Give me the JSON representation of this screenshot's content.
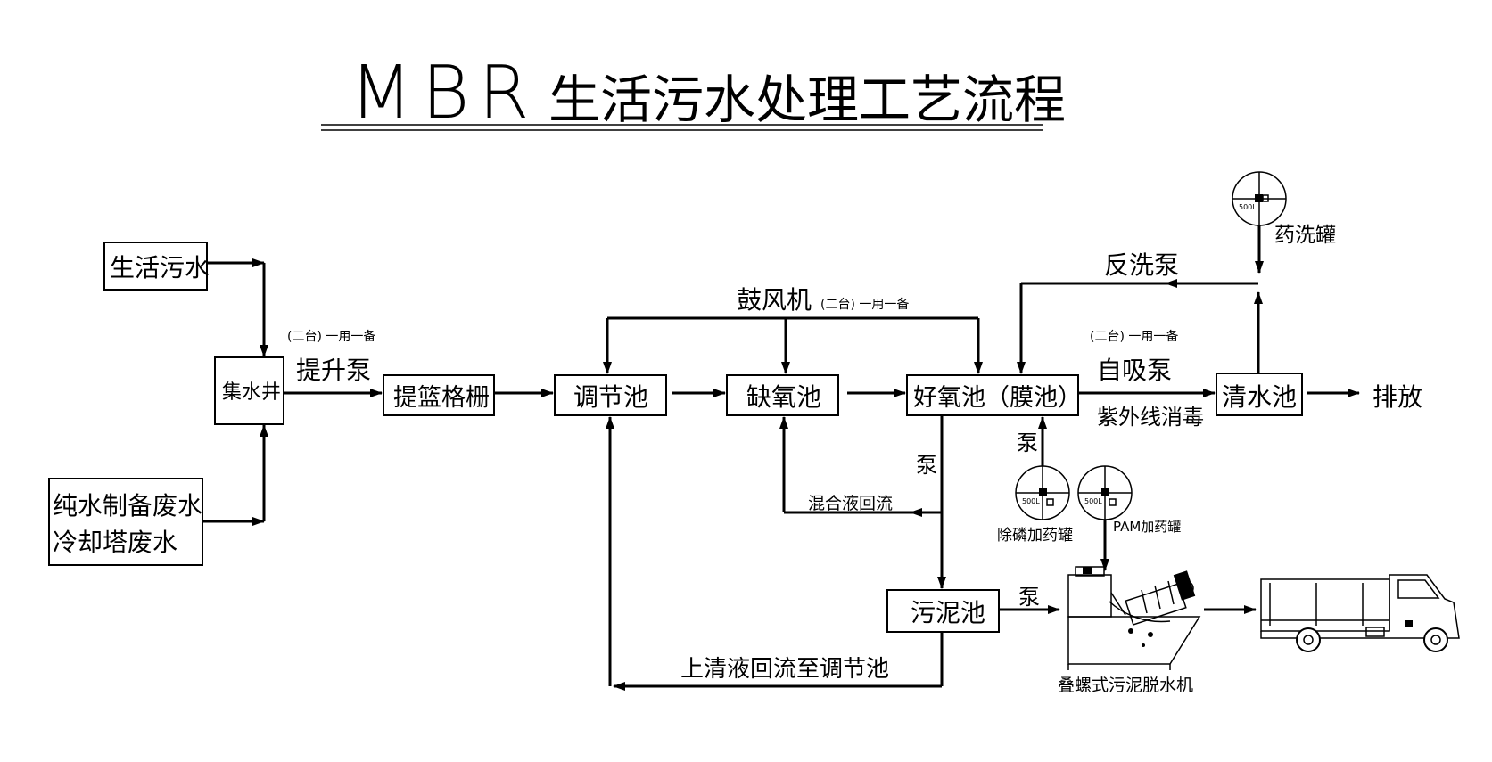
{
  "title": {
    "latin": "MBR",
    "cjk": "生活污水处理工艺流程"
  },
  "sources": {
    "domestic": "生活污水",
    "pure_water_line1": "纯水制备废水",
    "pure_water_line2": "冷却塔废水"
  },
  "nodes": {
    "collection_well": "集水井",
    "basket_screen": "提篮格栅",
    "equalization_tank": "调节池",
    "anoxic_tank": "缺氧池",
    "aerobic_tank": "好氧池（膜池）",
    "clear_water_tank": "清水池",
    "sludge_tank": "污泥池"
  },
  "labels": {
    "lift_pump_units": "(二台) 一用一备",
    "lift_pump": "提升泵",
    "blower": "鼓风机",
    "blower_units": "(二台) 一用一备",
    "self_priming_units": "(二台) 一用一备",
    "self_priming_pump": "自吸泵",
    "uv_disinfection": "紫外线消毒",
    "discharge": "排放",
    "backwash_pump": "反洗泵",
    "chem_wash_tank": "药洗罐",
    "pump_aerobic": "泵",
    "pump_sludge": "泵",
    "pump_press": "泵",
    "mixed_liquor_return": "混合液回流",
    "phos_dosing_tank": "除磷加药罐",
    "pam_dosing_tank": "PAM加药罐",
    "supernatant_return": "上清液回流至调节池",
    "screw_press": "叠螺式污泥脱水机",
    "tank_volume_1": "500L",
    "tank_volume_2": "500L",
    "tank_volume_3": "500L"
  }
}
